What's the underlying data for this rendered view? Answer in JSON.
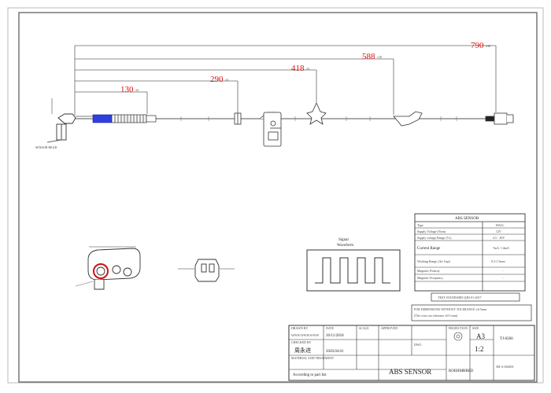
{
  "dimensions": [
    {
      "value": "130",
      "suffix": "±5"
    },
    {
      "value": "290",
      "suffix": "±5"
    },
    {
      "value": "418",
      "suffix": "±5"
    },
    {
      "value": "588",
      "suffix": "±10"
    },
    {
      "value": "790",
      "suffix": "±10"
    }
  ],
  "sensor_note": "SENSOR HEAD",
  "signal_label": "Signal",
  "signal_sub": "Waveform",
  "spec_table": {
    "title": "ABS SENSOR",
    "rows": [
      {
        "label": "Type",
        "value": "HALL"
      },
      {
        "label": "Supply Voltage (Nom)",
        "value": "12V"
      },
      {
        "label": "Supply voltage Range (Vs)",
        "value": "4.5 - 20V"
      },
      {
        "label": "Current Range",
        "value": "7mA / 14mA"
      },
      {
        "label": "Working Range (Air Gap)",
        "value": "0.3-1.5mm"
      },
      {
        "label": "Magnetic Polarity",
        "value": "-"
      },
      {
        "label": "Magnetic Frequency",
        "value": "-"
      }
    ]
  },
  "test_standard": "TEST STANDARD Q/RJ 01-2017",
  "notes": [
    "FOR DIMENSIONS WITHOUT TOLERANCE ±0.5mm",
    "(The cross cut tolerance ±0.5 mm)"
  ],
  "title_block": {
    "drawn_by_label": "DRAWN BY",
    "drawn_by": "WWW.WWW.WWW",
    "date_label": "DATE",
    "date1": "26/11/2018",
    "scale_label": "SCALE",
    "checked_label": "CHECKED BY",
    "checked_by": "周永进",
    "date2": "2020.04.01",
    "approved_label": "APPROVED",
    "material_label": "MATERIAL AND TREATMENT",
    "material": "According to part list",
    "title": "ABS SENSOR",
    "dwg_label": "DWG",
    "dwg_no": "ROEHMBRED",
    "size_label": "SIZE",
    "size": "A3",
    "ratio": "1:2",
    "part_no": "TJ-0260",
    "rev": "JM-A-026001",
    "projection_label": "PROJECTION"
  }
}
